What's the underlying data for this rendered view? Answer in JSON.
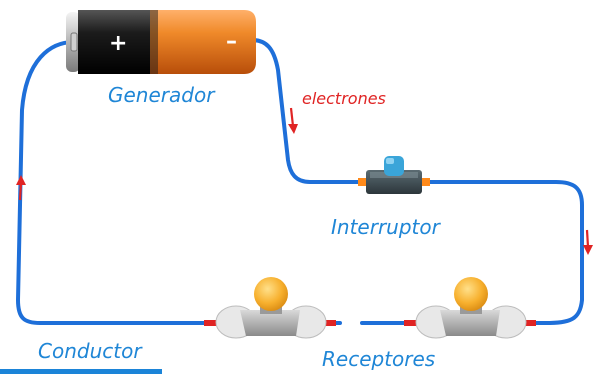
{
  "labels": {
    "generator": "Generador",
    "electrons": "electrones",
    "switch": "Interruptor",
    "conductor": "Conductor",
    "receivers": "Receptores"
  },
  "battery": {
    "positive_sign": "+",
    "negative_sign": "–"
  },
  "colors": {
    "wire": "#1e6fd9",
    "label_blue": "#1f86d6",
    "label_red": "#e02424",
    "battery_orange": "#e8741c",
    "battery_black": "#1e1e1e",
    "bulb": "#f5a623",
    "switch_button": "#3aa5d9"
  }
}
